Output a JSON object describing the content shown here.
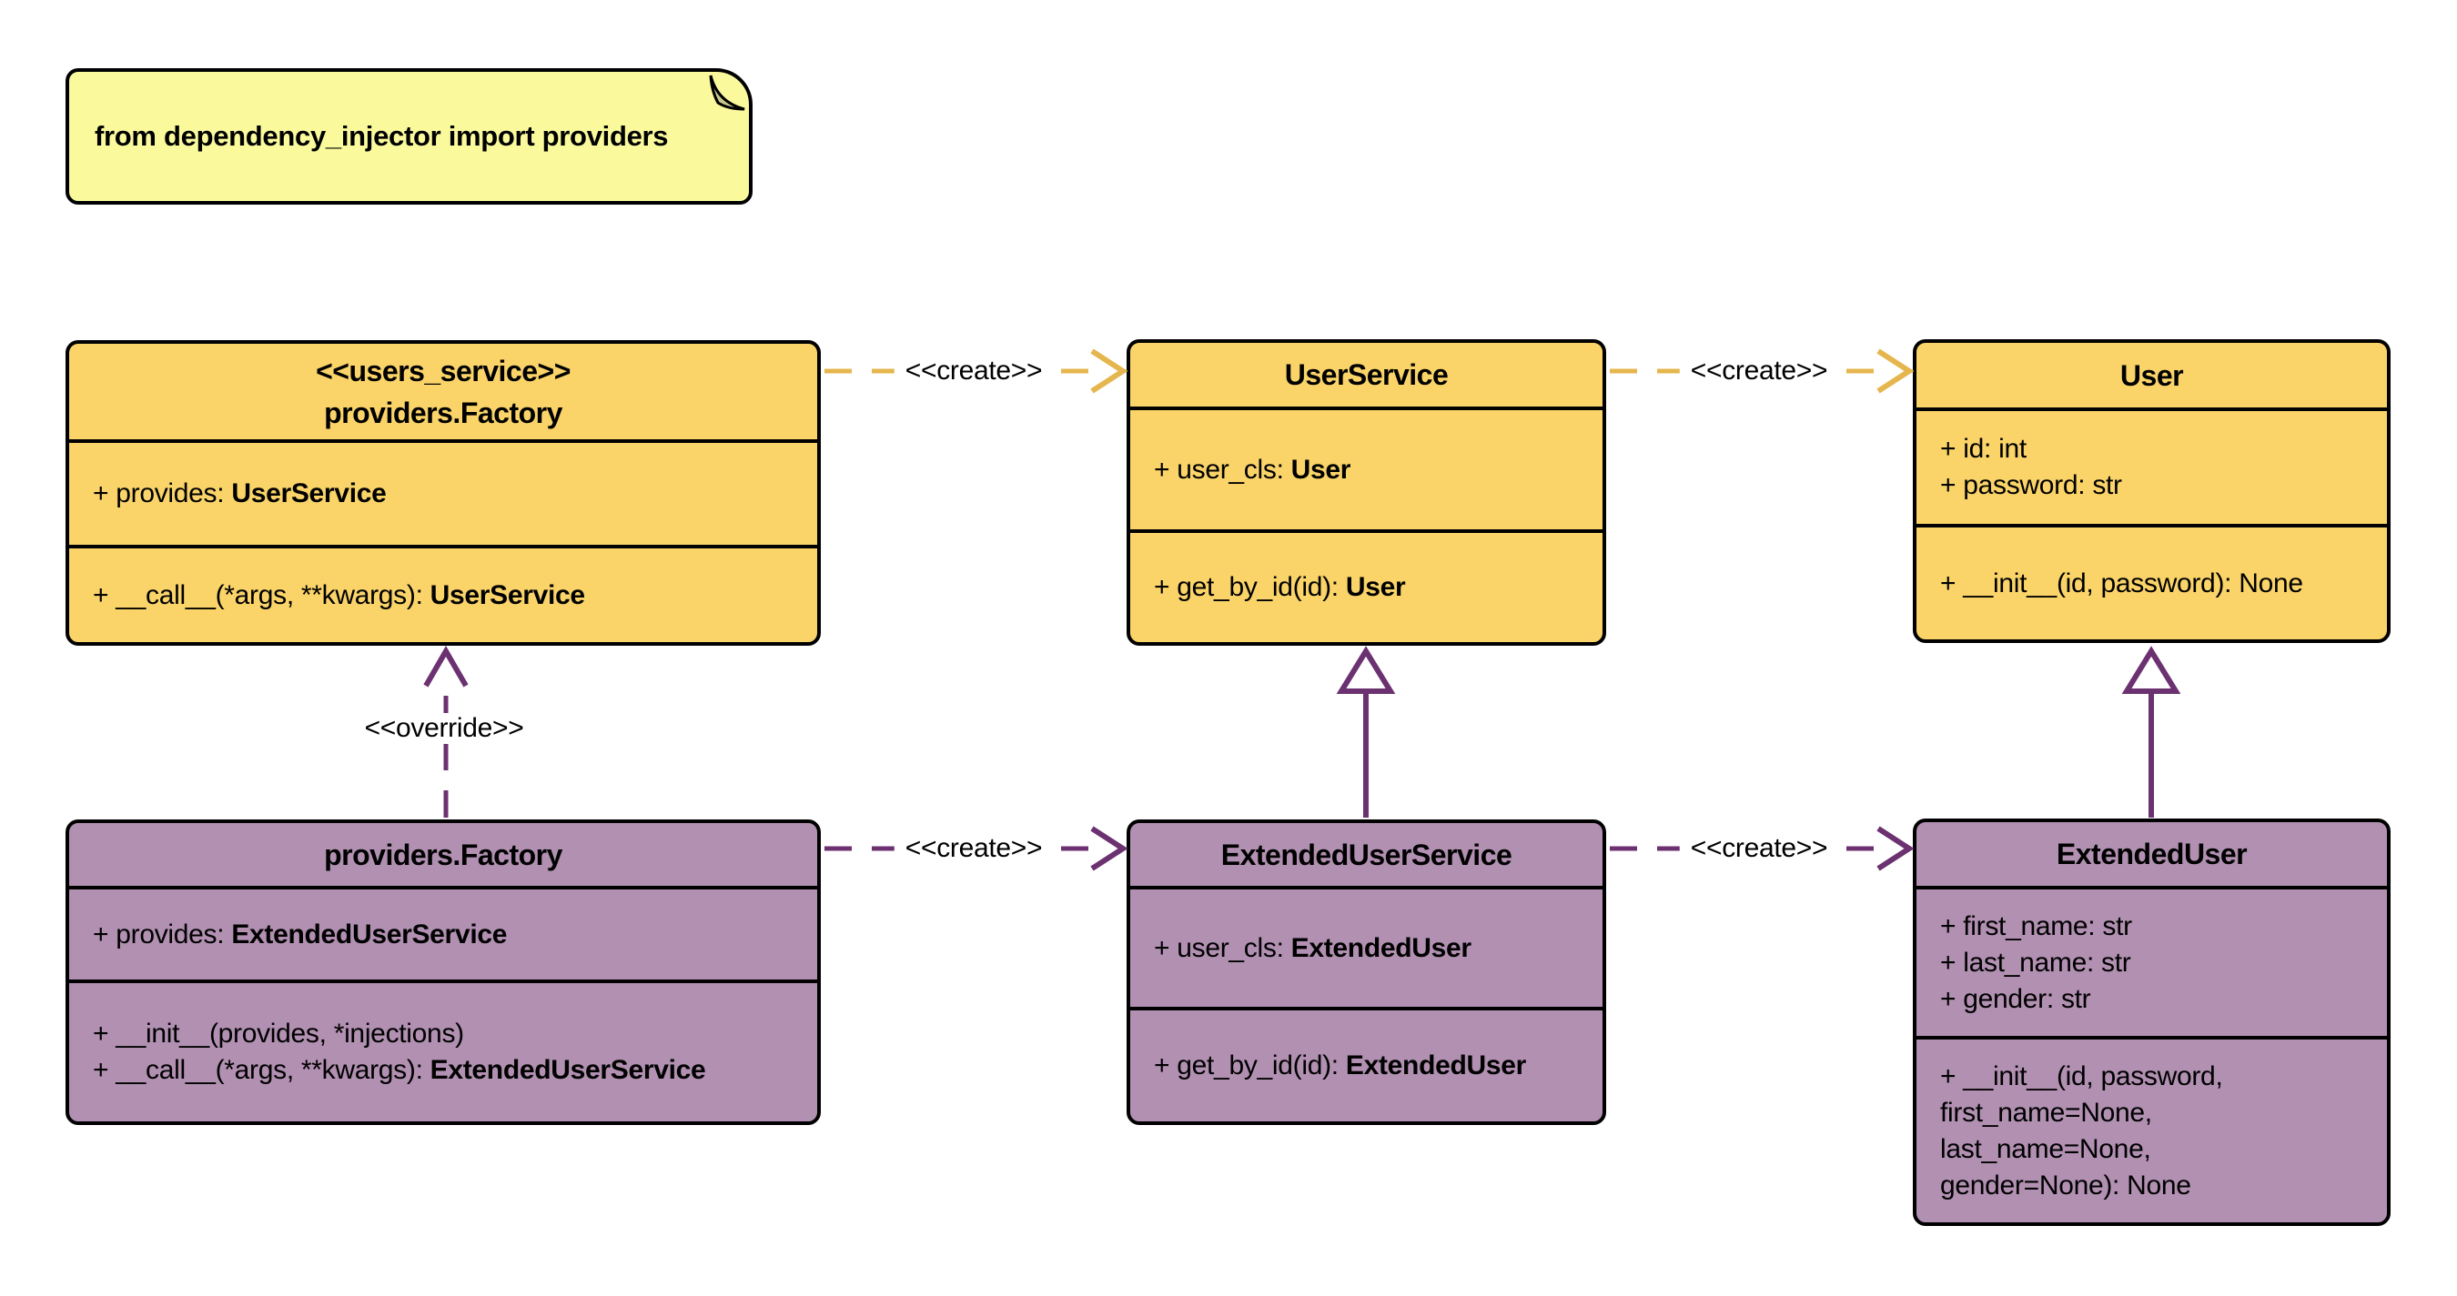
{
  "colors": {
    "yellow_fill": "#FAD469",
    "purple_fill": "#B190B1",
    "note_fill": "#FAFA9D",
    "fold_fill": "#C9C98F",
    "gold_line": "#E5B64E",
    "purple_line": "#6B3170",
    "ink": "#000000"
  },
  "note": {
    "text": "from dependency_injector import providers"
  },
  "classes": {
    "users_service_factory": {
      "stereotype": "<<users_service>>",
      "name": "providers.Factory",
      "attr_plain": "+ provides: ",
      "attr_type": "UserService",
      "method_plain": "+ __call__(*args, **kwargs): ",
      "method_type": "UserService"
    },
    "user_service": {
      "name": "UserService",
      "attr_plain": "+ user_cls: ",
      "attr_type": "User",
      "method_plain": "+ get_by_id(id): ",
      "method_type": "User"
    },
    "user": {
      "name": "User",
      "attr1": "+ id: int",
      "attr2": "+ password: str",
      "method": "+ __init__(id, password): None"
    },
    "extended_factory": {
      "name": "providers.Factory",
      "attr_plain": "+ provides: ",
      "attr_type": "ExtendedUserService",
      "method1": "+ __init__(provides, *injections)",
      "method2_plain": "+ __call__(*args, **kwargs): ",
      "method2_type": "ExtendedUserService"
    },
    "extended_user_service": {
      "name": "ExtendedUserService",
      "attr_plain": "+ user_cls: ",
      "attr_type": "ExtendedUser",
      "method_plain": "+ get_by_id(id): ",
      "method_type": "ExtendedUser"
    },
    "extended_user": {
      "name": "ExtendedUser",
      "attr1": "+ first_name: str",
      "attr2": "+ last_name: str",
      "attr3": "+ gender: str",
      "method_line1": "+ __init__(id, password,",
      "method_line2": "first_name=None,",
      "method_line3": "last_name=None,",
      "method_line4": "gender=None): None"
    }
  },
  "edges": {
    "create_label": "<<create>>",
    "override_label": "<<override>>"
  }
}
